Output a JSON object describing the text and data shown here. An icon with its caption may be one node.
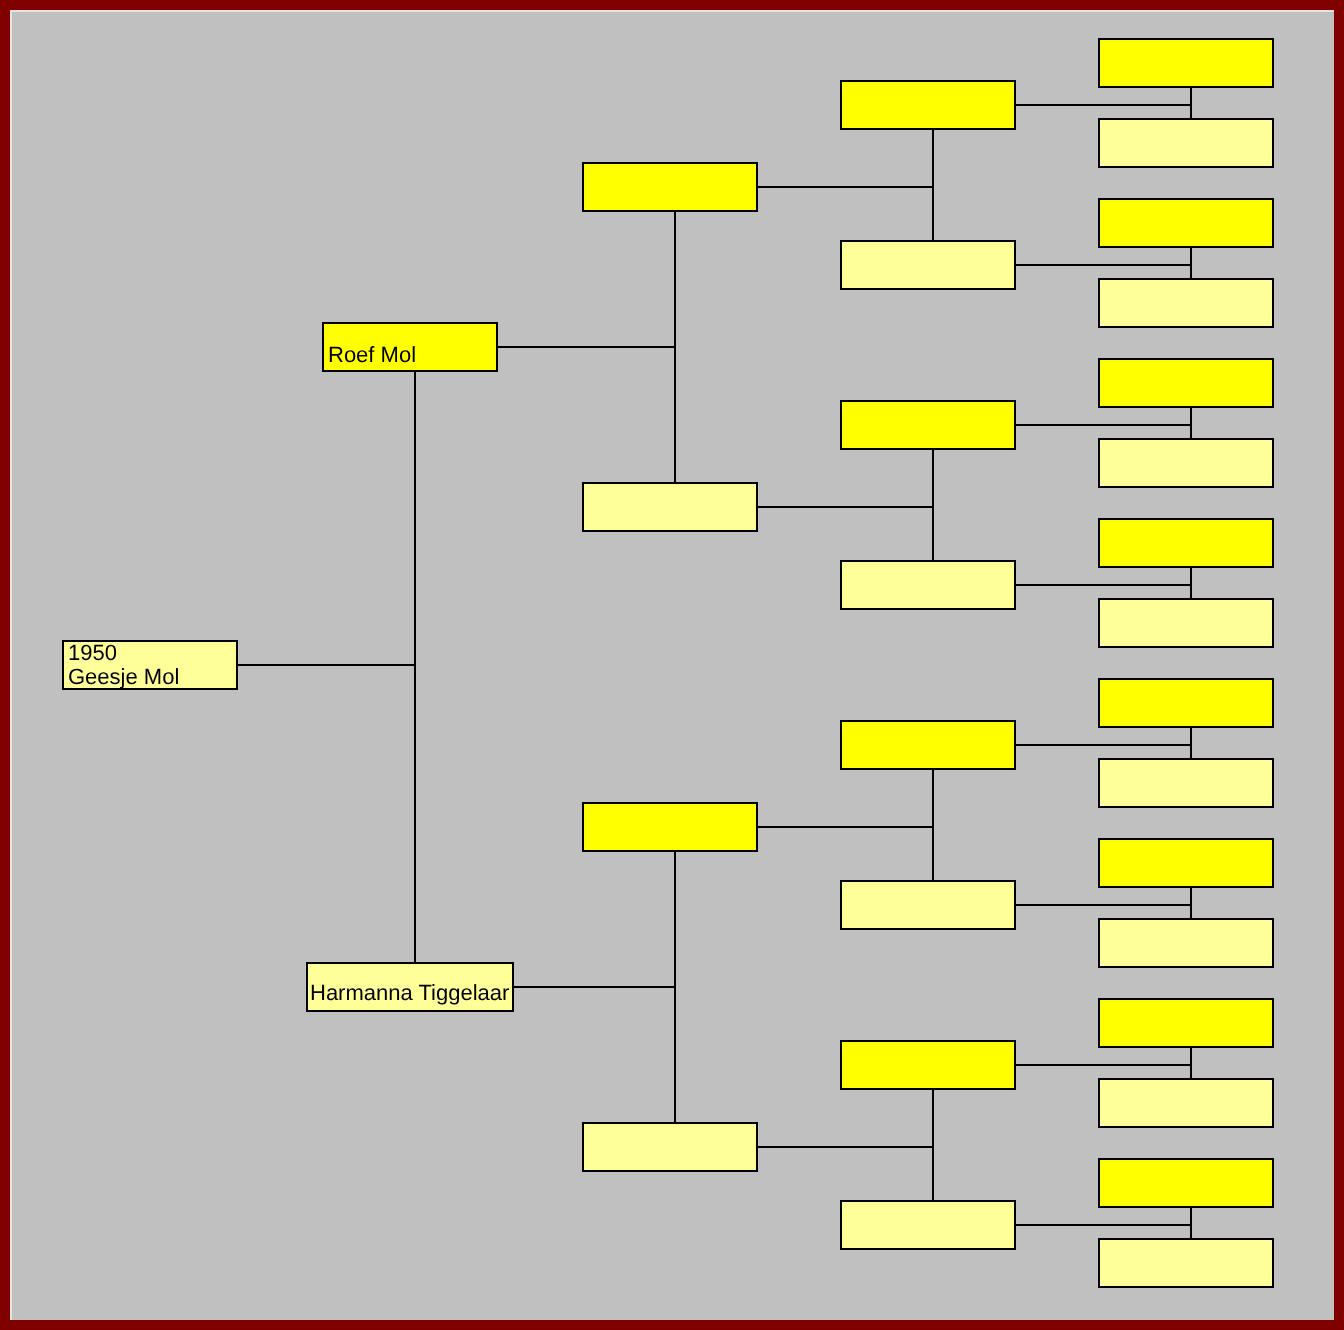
{
  "diagram": {
    "nodes": [
      {
        "text": [
          "1950",
          "Geesje Mol"
        ]
      },
      {
        "text": [
          "Roef Mol"
        ]
      },
      {
        "text": [
          "Harmanna Tiggelaar"
        ]
      },
      {
        "text": [],
        "shape": "box"
      },
      {
        "text": [],
        "shape": "box"
      },
      {
        "text": [],
        "shape": "box"
      },
      {
        "text": [],
        "shape": "box"
      },
      {
        "text": [],
        "shape": "box"
      },
      {
        "text": [],
        "shape": "box"
      },
      {
        "text": [],
        "shape": "box"
      },
      {
        "text": [],
        "shape": "box"
      },
      {
        "text": [],
        "shape": "box"
      },
      {
        "text": [],
        "shape": "box"
      },
      {
        "text": [],
        "shape": "box"
      },
      {
        "text": [],
        "shape": "box"
      },
      {
        "text": [],
        "shape": "box"
      },
      {
        "text": [],
        "shape": "box"
      },
      {
        "text": [],
        "shape": "box"
      },
      {
        "text": [],
        "shape": "box"
      },
      {
        "text": [],
        "shape": "box"
      },
      {
        "text": [],
        "shape": "box"
      },
      {
        "text": [],
        "shape": "box"
      },
      {
        "text": [],
        "shape": "box"
      },
      {
        "text": [],
        "shape": "box"
      },
      {
        "text": [],
        "shape": "box"
      },
      {
        "text": [],
        "shape": "box"
      },
      {
        "text": [],
        "shape": "box"
      },
      {
        "text": [],
        "shape": "box"
      },
      {
        "text": [],
        "shape": "box"
      },
      {
        "text": [],
        "shape": "box"
      },
      {
        "text": [],
        "shape": "box"
      }
    ],
    "edges": [
      {
        "from": 0,
        "to": 1,
        "arrow": "none"
      },
      {
        "from": 0,
        "to": 2,
        "arrow": "none"
      },
      {
        "from": 1,
        "to": 3,
        "arrow": "none"
      },
      {
        "from": 1,
        "to": 4,
        "arrow": "none"
      },
      {
        "from": 2,
        "to": 5,
        "arrow": "none"
      },
      {
        "from": 2,
        "to": 6,
        "arrow": "none"
      },
      {
        "from": 3,
        "to": 7,
        "arrow": "none"
      },
      {
        "from": 3,
        "to": 8,
        "arrow": "none"
      },
      {
        "from": 4,
        "to": 9,
        "arrow": "none"
      },
      {
        "from": 4,
        "to": 10,
        "arrow": "none"
      },
      {
        "from": 5,
        "to": 11,
        "arrow": "none"
      },
      {
        "from": 5,
        "to": 12,
        "arrow": "none"
      },
      {
        "from": 6,
        "to": 13,
        "arrow": "none"
      },
      {
        "from": 6,
        "to": 14,
        "arrow": "none"
      },
      {
        "from": 7,
        "to": 15,
        "arrow": "none"
      },
      {
        "from": 7,
        "to": 16,
        "arrow": "none"
      },
      {
        "from": 8,
        "to": 17,
        "arrow": "none"
      },
      {
        "from": 8,
        "to": 18,
        "arrow": "none"
      },
      {
        "from": 9,
        "to": 19,
        "arrow": "none"
      },
      {
        "from": 9,
        "to": 20,
        "arrow": "none"
      },
      {
        "from": 10,
        "to": 21,
        "arrow": "none"
      },
      {
        "from": 10,
        "to": 22,
        "arrow": "none"
      },
      {
        "from": 11,
        "to": 23,
        "arrow": "none"
      },
      {
        "from": 11,
        "to": 24,
        "arrow": "none"
      },
      {
        "from": 12,
        "to": 25,
        "arrow": "none"
      },
      {
        "from": 12,
        "to": 26,
        "arrow": "none"
      },
      {
        "from": 13,
        "to": 27,
        "arrow": "none"
      },
      {
        "from": 13,
        "to": 28,
        "arrow": "none"
      },
      {
        "from": 14,
        "to": 29,
        "arrow": "none"
      },
      {
        "from": 14,
        "to": 30,
        "arrow": "none"
      }
    ]
  }
}
